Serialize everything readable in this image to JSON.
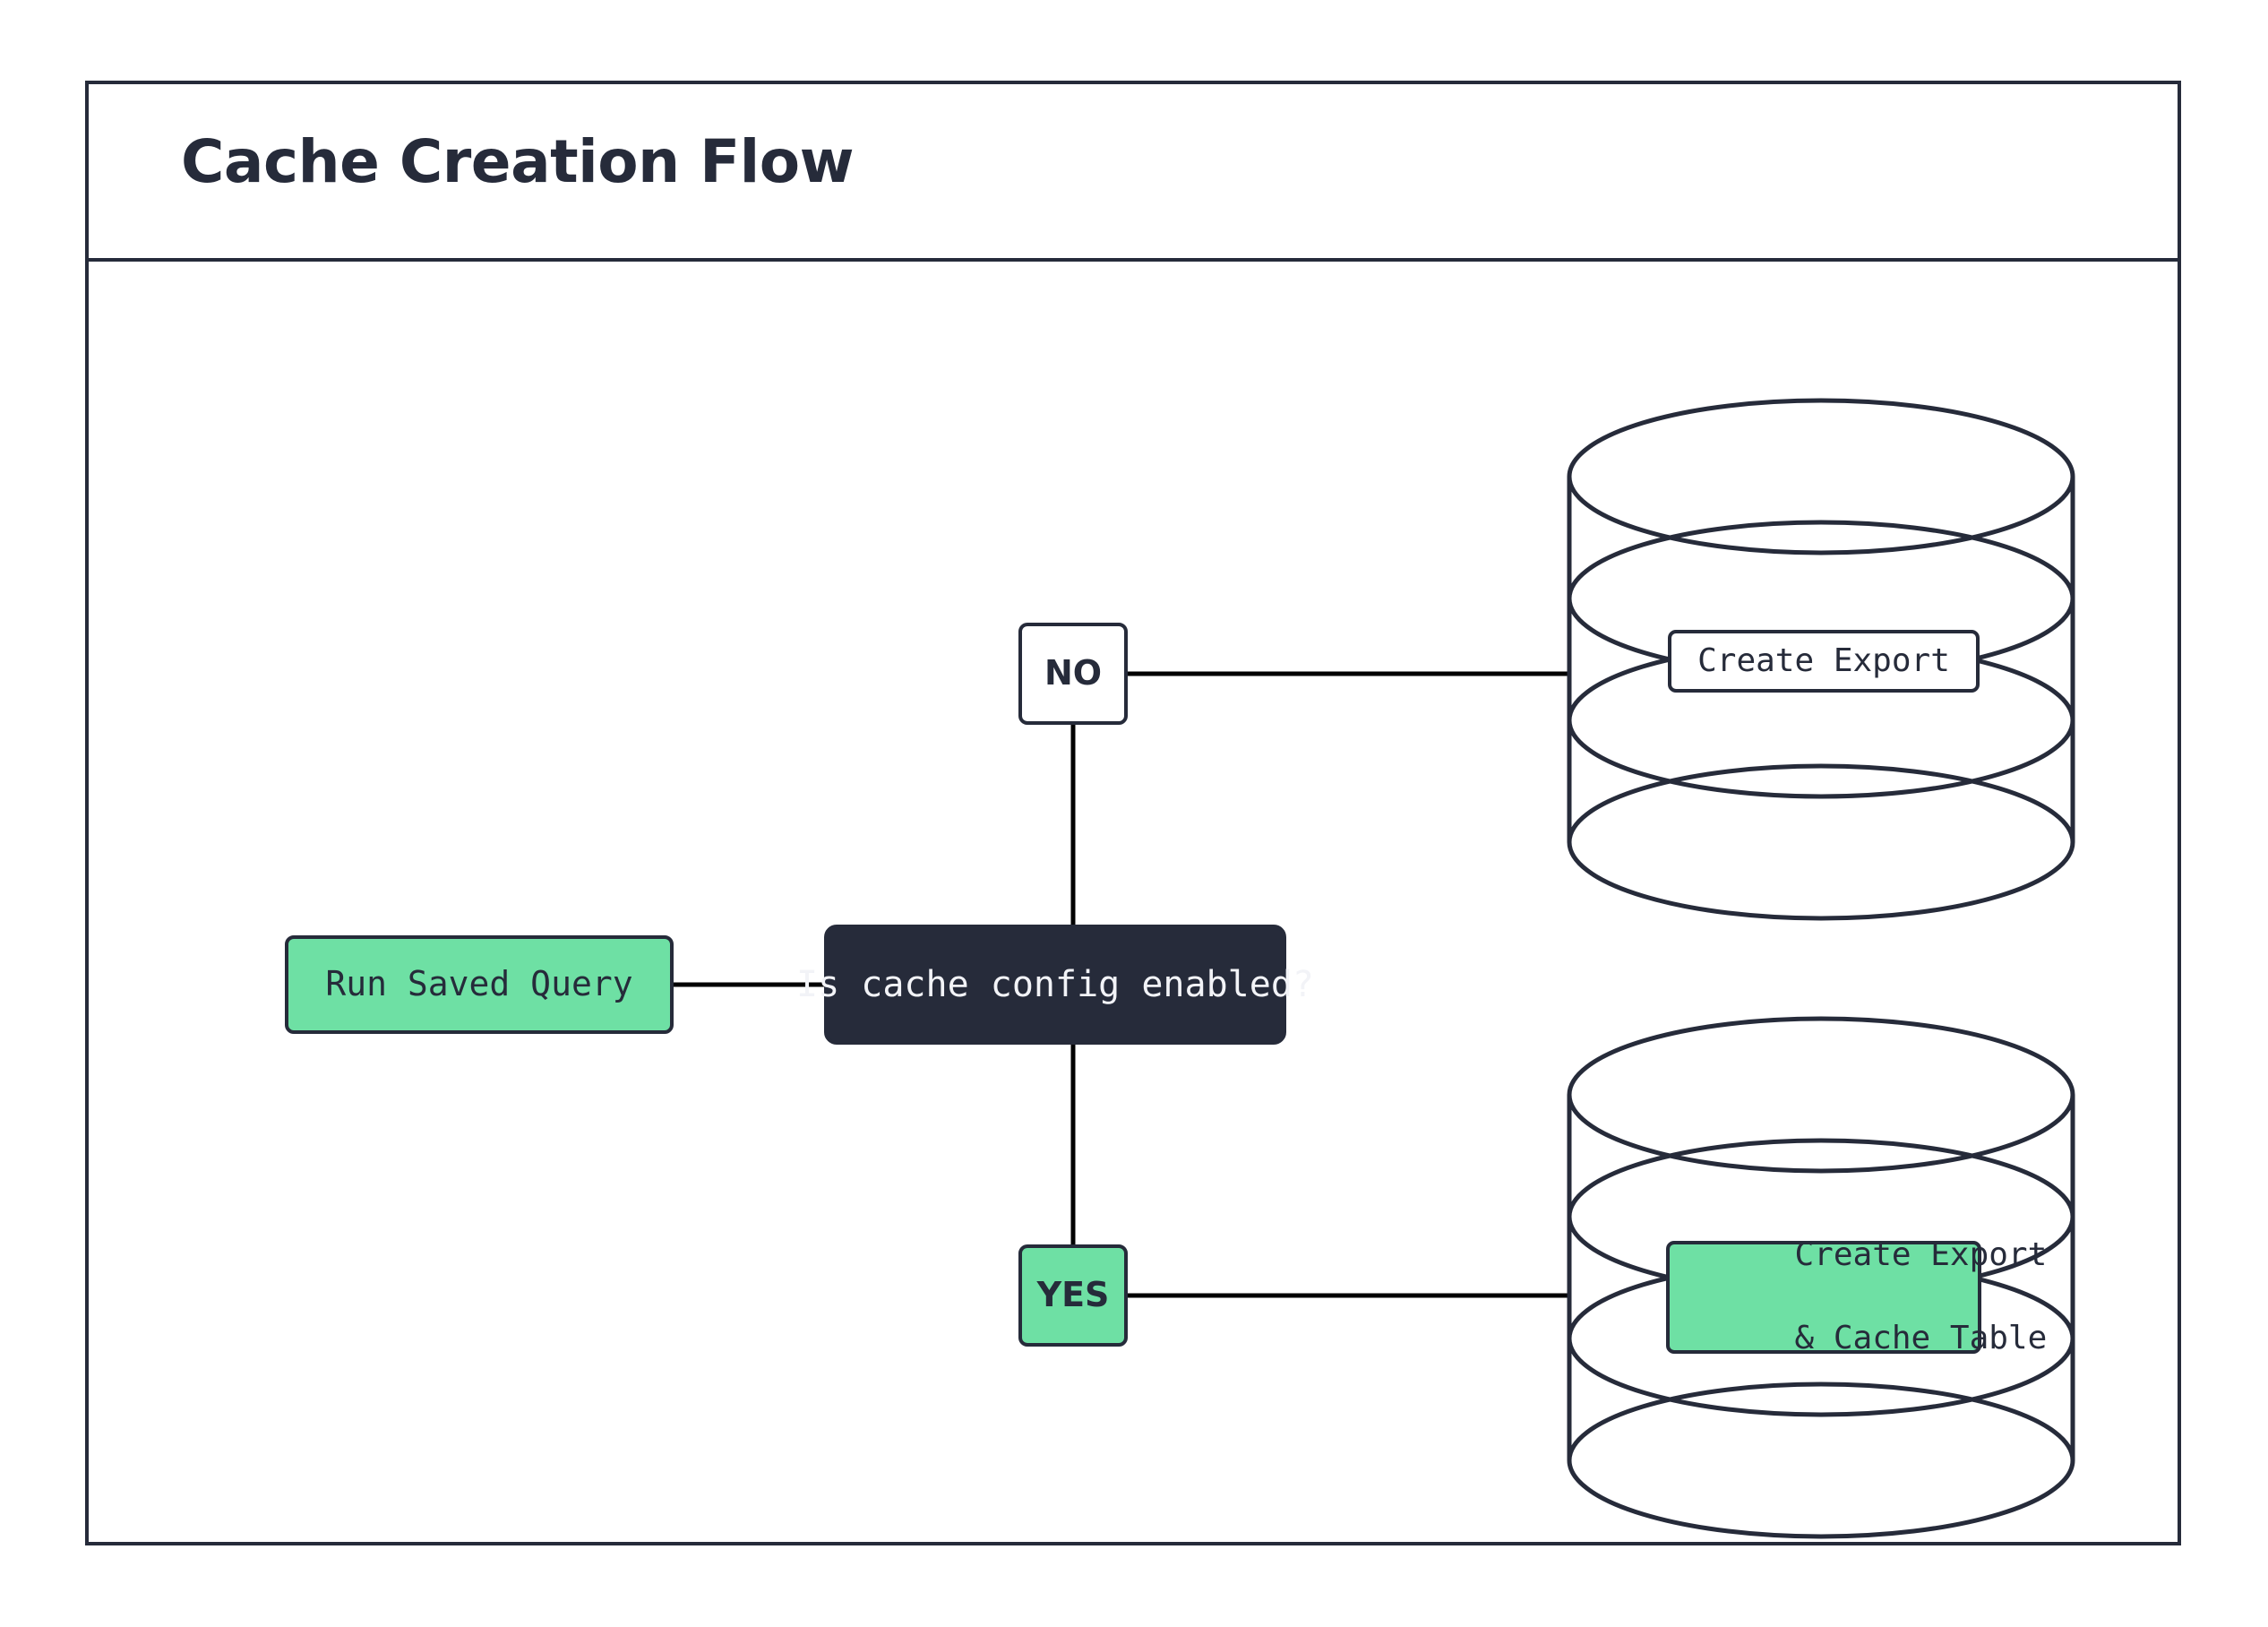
{
  "diagram": {
    "title": "Cache Creation Flow",
    "type": "flowchart",
    "colors": {
      "stroke": "#262b3a",
      "accent_green": "#6ee0a4",
      "dark_fill": "#262b3a",
      "light_text": "#f2f3f7",
      "background": "#ffffff",
      "connector": "#000000"
    },
    "nodes": [
      {
        "id": "run-saved-query",
        "label": "Run Saved Query",
        "shape": "rounded-rect",
        "fill": "green"
      },
      {
        "id": "decision",
        "label": "Is cache config enabled?",
        "shape": "rounded-rect",
        "fill": "dark"
      },
      {
        "id": "branch-no",
        "label": "NO",
        "shape": "rounded-rect",
        "fill": "white"
      },
      {
        "id": "branch-yes",
        "label": "YES",
        "shape": "rounded-rect",
        "fill": "green"
      },
      {
        "id": "database-top",
        "label": "Create Export",
        "shape": "database-cylinder",
        "fill": "white"
      },
      {
        "id": "database-bottom",
        "label_line1": "Create Export",
        "label_line2": "& Cache Table",
        "shape": "database-cylinder",
        "fill": "green"
      }
    ],
    "edges": [
      {
        "from": "run-saved-query",
        "to": "decision",
        "label": ""
      },
      {
        "from": "decision",
        "to": "branch-no",
        "label": ""
      },
      {
        "from": "decision",
        "to": "branch-yes",
        "label": ""
      },
      {
        "from": "branch-no",
        "to": "database-top",
        "label": ""
      },
      {
        "from": "branch-yes",
        "to": "database-bottom",
        "label": ""
      }
    ]
  }
}
